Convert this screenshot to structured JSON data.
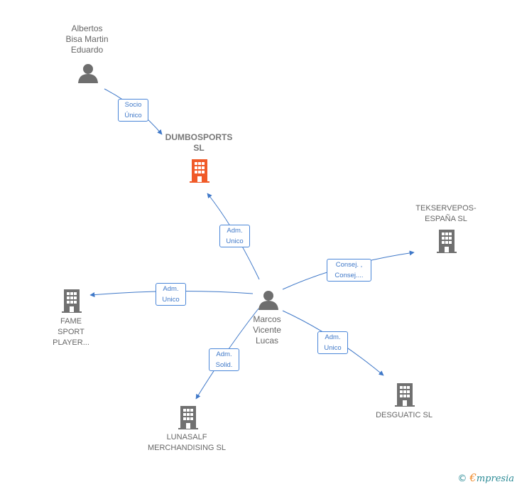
{
  "nodes": {
    "albertos": {
      "label": "Albertos\nBisa Martin\nEduardo"
    },
    "dumbosports": {
      "label": "DUMBOSPORTS\nSL"
    },
    "tekservepos": {
      "label": "TEKSERVEPOS-\nESPAÑA  SL"
    },
    "fame": {
      "label": "FAME\nSPORT\nPLAYER..."
    },
    "marcos": {
      "label": "Marcos\nVicente\nLucas"
    },
    "desguatic": {
      "label": "DESGUATIC SL"
    },
    "lunasalf": {
      "label": "LUNASALF\nMERCHANDISING SL"
    }
  },
  "edges": {
    "albertos_dumbosports": {
      "label": "Socio\nÚnico"
    },
    "marcos_dumbosports": {
      "label": "Adm.\nUnico"
    },
    "marcos_tekservepos": {
      "label": "Consej. ,\nConsej...."
    },
    "marcos_fame": {
      "label": "Adm.\nUnico"
    },
    "marcos_lunasalf": {
      "label": "Adm.\nSolid."
    },
    "marcos_desguatic": {
      "label": "Adm.\nUnico"
    }
  },
  "colors": {
    "edge": "#3f78c8",
    "person": "#6e6e6e",
    "company": "#707070",
    "highlight": "#f05a28"
  },
  "footer": {
    "copyright": "©",
    "brand_e": "€",
    "brand_rest": "mpresia"
  }
}
